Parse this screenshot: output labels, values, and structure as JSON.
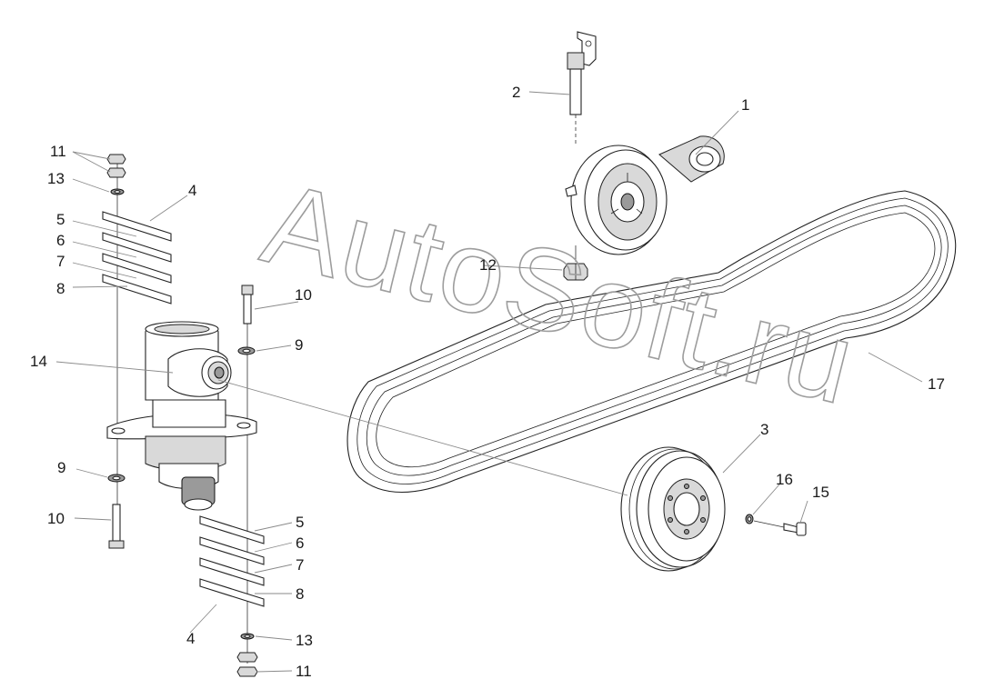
{
  "watermark": "AutoSoft.ru",
  "callouts": [
    {
      "id": "c1",
      "text": "1"
    },
    {
      "id": "c2",
      "text": "2"
    },
    {
      "id": "c3",
      "text": "3"
    },
    {
      "id": "c4a",
      "text": "4"
    },
    {
      "id": "c4b",
      "text": "4"
    },
    {
      "id": "c5a",
      "text": "5"
    },
    {
      "id": "c5b",
      "text": "5"
    },
    {
      "id": "c6a",
      "text": "6"
    },
    {
      "id": "c6b",
      "text": "6"
    },
    {
      "id": "c7a",
      "text": "7"
    },
    {
      "id": "c7b",
      "text": "7"
    },
    {
      "id": "c8a",
      "text": "8"
    },
    {
      "id": "c8b",
      "text": "8"
    },
    {
      "id": "c9a",
      "text": "9"
    },
    {
      "id": "c9b",
      "text": "9"
    },
    {
      "id": "c10a",
      "text": "10"
    },
    {
      "id": "c10b",
      "text": "10"
    },
    {
      "id": "c11a",
      "text": "11"
    },
    {
      "id": "c11b",
      "text": "11"
    },
    {
      "id": "c12",
      "text": "12"
    },
    {
      "id": "c13a",
      "text": "13"
    },
    {
      "id": "c13b",
      "text": "13"
    },
    {
      "id": "c14",
      "text": "14"
    },
    {
      "id": "c15",
      "text": "15"
    },
    {
      "id": "c16",
      "text": "16"
    },
    {
      "id": "c17",
      "text": "17"
    }
  ],
  "colors": {
    "line": "#222222",
    "leader": "#8a8a8a",
    "watermark": "#9d9d9d",
    "background": "#ffffff"
  }
}
